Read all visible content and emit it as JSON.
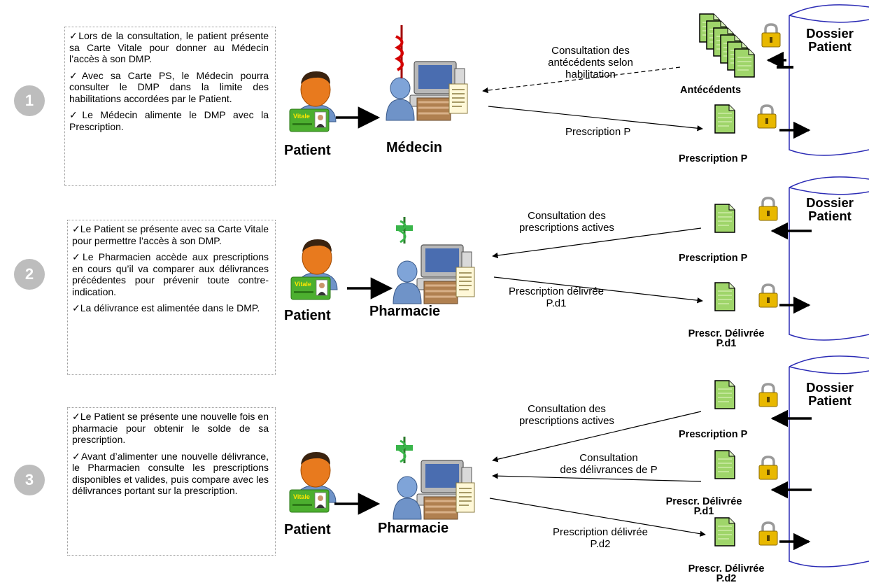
{
  "steps": [
    {
      "number": "1",
      "notes": [
        "✓Lors de la consultation, le patient présente sa Carte Vitale pour donner au Médecin l’accès à son DMP.",
        "✓Avec sa Carte PS, le Médecin pourra consulter le DMP dans la limite des habilitations accordées par le Patient.",
        "✓Le Médecin alimente le DMP avec la Prescription."
      ],
      "patient_label": "Patient",
      "actor_label": "Médecin",
      "arrow_texts": {
        "consult": "Consultation des\nantécédents selon\nhabilitation",
        "prescription": "Prescription P"
      },
      "docs": {
        "antecedents": "Antécédents",
        "prescription": "Prescription P"
      },
      "db_label": "Dossier\nPatient"
    },
    {
      "number": "2",
      "notes": [
        "✓Le Patient se présente avec sa Carte Vitale pour permettre l’accès à son DMP.",
        "✓Le Pharmacien accède aux prescriptions en cours qu’il va comparer aux délivrances précédentes pour prévenir toute contre-indication.",
        "✓La délivrance est alimentée dans le DMP."
      ],
      "patient_label": "Patient",
      "actor_label": "Pharmacie",
      "arrow_texts": {
        "consult": "Consultation des\nprescriptions actives",
        "delivered": "Prescription délivrée\nP.d1"
      },
      "docs": {
        "prescription": "Prescription P",
        "delivered": "Prescr. Délivrée\nP.d1"
      },
      "db_label": "Dossier\nPatient"
    },
    {
      "number": "3",
      "notes": [
        "✓Le Patient se présente une nouvelle fois en pharmacie pour obtenir le solde de sa prescription.",
        "✓Avant d’alimenter une nouvelle délivrance, le Pharmacien consulte les prescriptions disponibles et valides, puis compare avec les délivrances portant sur la prescription."
      ],
      "patient_label": "Patient",
      "actor_label": "Pharmacie",
      "arrow_texts": {
        "consult": "Consultation des\nprescriptions actives",
        "consult_deliveries": "Consultation\ndes délivrances de P",
        "delivered": "Prescription délivrée\nP.d2"
      },
      "docs": {
        "prescription": "Prescription P",
        "delivered1": "Prescr. Délivrée\nP.d1",
        "delivered2": "Prescr. Délivrée\nP.d2"
      },
      "db_label": "Dossier\nPatient"
    }
  ],
  "card_text": "Vitale",
  "colors": {
    "circle": "#bdbdbd",
    "doc_green": "#9fd56a",
    "card_green": "#4caf2f",
    "lock_gold": "#e8b800",
    "db_border": "#2b2bb5",
    "face": "#e87a1e",
    "hair": "#3a2310",
    "shirt": "#6f93c8"
  }
}
